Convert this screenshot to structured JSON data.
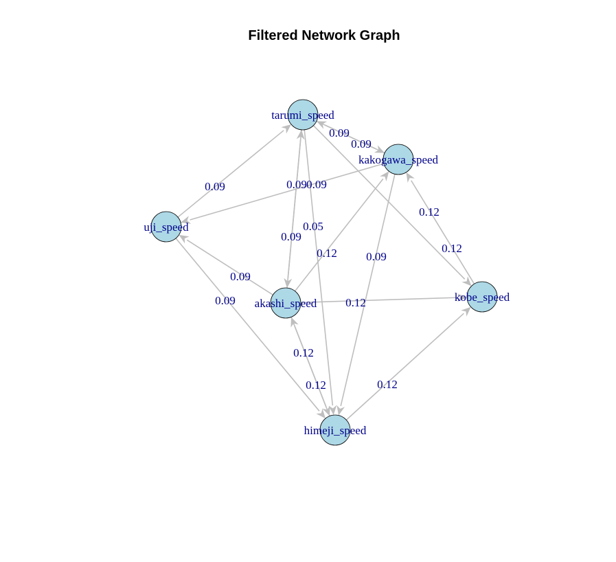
{
  "title": "Filtered Network Graph",
  "colors": {
    "node_fill": "#add8e6",
    "node_stroke": "#000000",
    "edge": "#bebebe",
    "label": "#00008b"
  },
  "nodes": [
    {
      "id": "tarumi",
      "label": "tarumi_speed"
    },
    {
      "id": "kakogawa",
      "label": "kakogawa_speed"
    },
    {
      "id": "uji",
      "label": "uji_speed"
    },
    {
      "id": "akashi",
      "label": "akashi_speed"
    },
    {
      "id": "kobe",
      "label": "kobe_speed"
    },
    {
      "id": "himeji",
      "label": "himeji_speed"
    }
  ],
  "edges": [
    {
      "from": "uji",
      "to": "tarumi",
      "weight": "0.09"
    },
    {
      "from": "tarumi",
      "to": "kakogawa",
      "weight": "0.09"
    },
    {
      "from": "kakogawa",
      "to": "tarumi",
      "weight": "0.09"
    },
    {
      "from": "kakogawa",
      "to": "uji",
      "weight": "0.09"
    },
    {
      "from": "tarumi",
      "to": "akashi",
      "weight": "0.09"
    },
    {
      "from": "akashi",
      "to": "tarumi",
      "weight": "0.09"
    },
    {
      "from": "tarumi",
      "to": "himeji",
      "weight": "0.05"
    },
    {
      "from": "tarumi",
      "to": "kobe",
      "weight": "0.12"
    },
    {
      "from": "akashi",
      "to": "kakogawa",
      "weight": "0.12"
    },
    {
      "from": "kakogawa",
      "to": "himeji",
      "weight": "0.09"
    },
    {
      "from": "kobe",
      "to": "kakogawa",
      "weight": "0.12"
    },
    {
      "from": "akashi",
      "to": "uji",
      "weight": "0.09"
    },
    {
      "from": "uji",
      "to": "himeji",
      "weight": "0.09"
    },
    {
      "from": "akashi",
      "to": "kobe",
      "weight": "0.12"
    },
    {
      "from": "himeji",
      "to": "akashi",
      "weight": "0.12"
    },
    {
      "from": "akashi",
      "to": "himeji",
      "weight": "0.12"
    },
    {
      "from": "himeji",
      "to": "kobe",
      "weight": "0.12"
    }
  ]
}
